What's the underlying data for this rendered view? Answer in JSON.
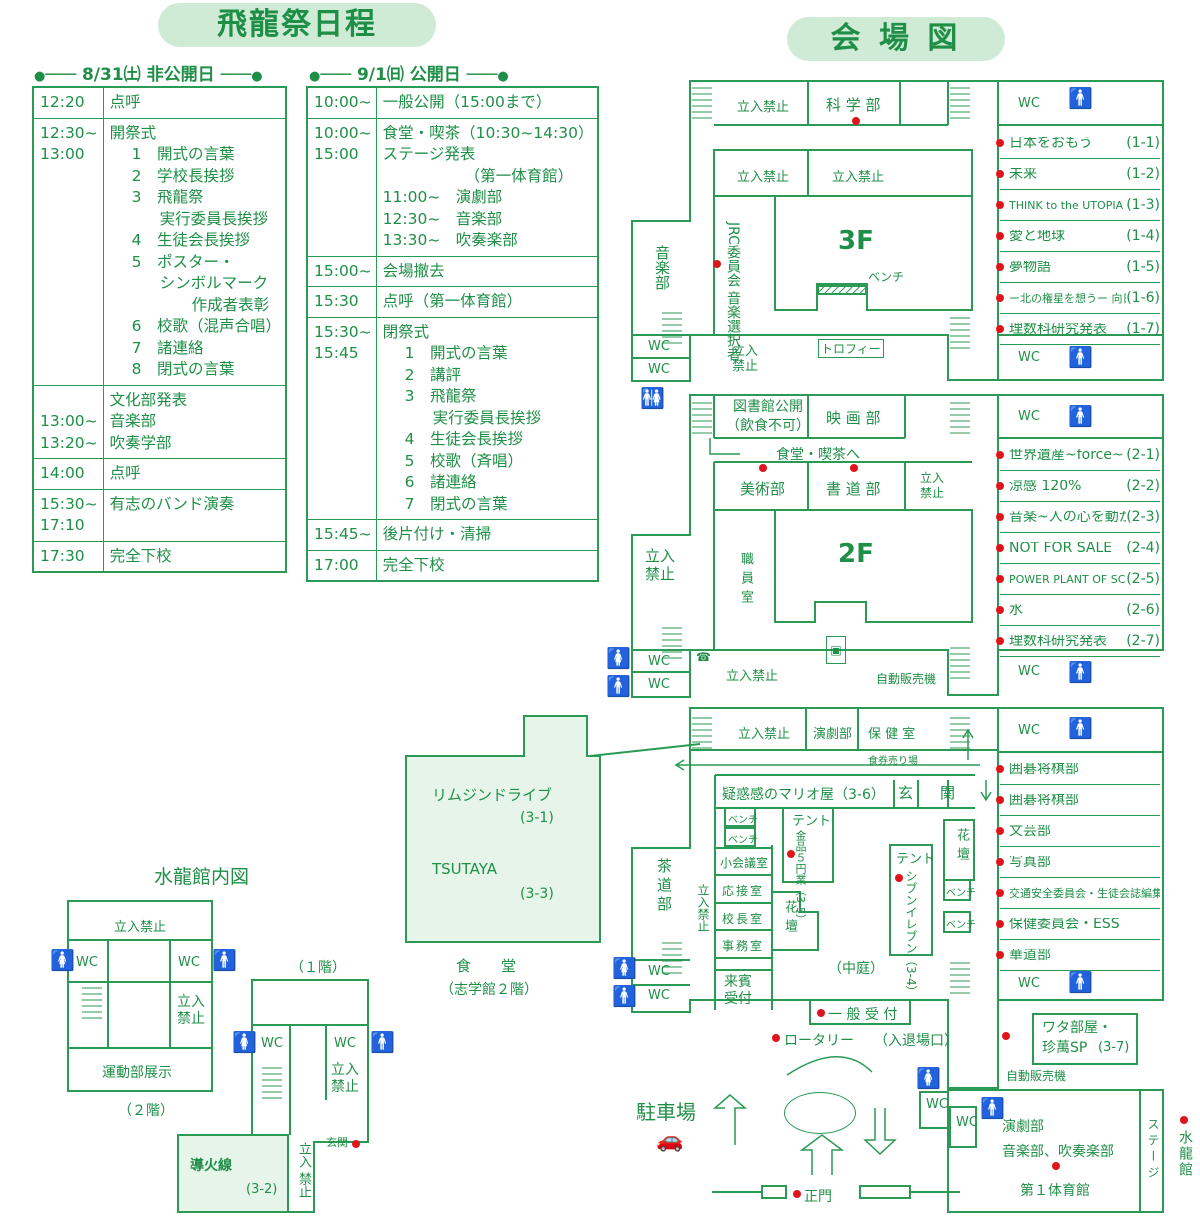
{
  "titles": {
    "schedule": "飛龍祭日程",
    "map": "会 場 図"
  },
  "day1": {
    "header": "8/31㈯ 非公開日",
    "rows": [
      {
        "time": "12:20",
        "lines": [
          "点呼"
        ]
      },
      {
        "time": "12:30~\n13:00",
        "lines": [
          "開祭式",
          "1　開式の言葉",
          "2　学校長挨拶",
          "3　飛龍祭",
          "実行委員長挨拶",
          "4　生徒会長挨拶",
          "5　ポスター・",
          "シンボルマーク",
          "作成者表彰",
          "6　校歌（混声合唱）",
          "7　諸連絡",
          "8　閉式の言葉"
        ]
      },
      {
        "time": "\n13:00~\n13:20~",
        "lines": [
          "文化部発表",
          "音楽部",
          "吹奏学部"
        ]
      },
      {
        "time": "14:00",
        "lines": [
          "点呼"
        ]
      },
      {
        "time": "15:30~\n17:10",
        "lines": [
          "有志のバンド演奏"
        ]
      },
      {
        "time": "17:30",
        "lines": [
          "完全下校"
        ]
      }
    ]
  },
  "day2": {
    "header": "9/1㈰ 公開日",
    "rows": [
      {
        "time": "10:00~",
        "lines": [
          "一般公開（15:00まで）"
        ]
      },
      {
        "time": "10:00~\n15:00",
        "lines": [
          "食堂・喫茶（10:30~14:30）",
          "ステージ発表",
          "（第一体育館）",
          "11:00~　演劇部",
          "12:30~　音楽部",
          "13:30~　吹奏楽部"
        ]
      },
      {
        "time": "15:00~",
        "lines": [
          "会場撤去"
        ]
      },
      {
        "time": "15:30",
        "lines": [
          "点呼（第一体育館）"
        ]
      },
      {
        "time": "15:30~\n15:45",
        "lines": [
          "閉祭式",
          "1　開式の言葉",
          "2　講評",
          "3　飛龍祭",
          "実行委員長挨拶",
          "4　生徒会長挨拶",
          "5　校歌（斉唱）",
          "6　諸連絡",
          "7　閉式の言葉"
        ]
      },
      {
        "time": "15:45~",
        "lines": [
          "後片付け・清掃"
        ]
      },
      {
        "time": "17:00",
        "lines": [
          "完全下校"
        ]
      }
    ]
  },
  "floor3": {
    "floor_label": "3F",
    "rooms": {
      "science": "科 学 部",
      "no_entry_a": "立入禁止",
      "no_entry_b": "立入禁止",
      "no_entry_c": "立入禁止",
      "wc": "WC",
      "wc_r": "WC",
      "wc_l1": "WC",
      "wc_l2": "WC",
      "music": "音楽部",
      "jrc": "JRC委員会 音楽選択者",
      "bench": "ベンチ",
      "trophy": "トロフィー",
      "no_entry_d": "立入 禁止"
    },
    "exhibits": [
      {
        "name": "日本をおもう",
        "code": "(1-1)"
      },
      {
        "name": "未来",
        "code": "(1-2)"
      },
      {
        "name": "THINK to the UTOPIA",
        "code": "(1-3)"
      },
      {
        "name": "愛と地球",
        "code": "(1-4)"
      },
      {
        "name": "夢物語",
        "code": "(1-5)"
      },
      {
        "name": "ー北の権星を想うー 向日流冷",
        "code": "(1-6)"
      },
      {
        "name": "理数科研究発表",
        "code": "(1-7)"
      }
    ]
  },
  "floor2": {
    "floor_label": "2F",
    "rooms": {
      "library": "図書館公開",
      "library_note": "（飲食不可）",
      "film": "映 画 部",
      "cafe": "食堂・喫茶へ",
      "art": "美術部",
      "calligraphy": "書 道 部",
      "no_entry_a": "立入 禁止",
      "no_entry_b": "立入 禁止",
      "staff": "職員室",
      "wc": "WC",
      "wc_r": "WC",
      "wc_l1": "WC",
      "wc_l2": "WC",
      "no_entry_c": "立入禁止",
      "vending": "自動販売機"
    },
    "exhibits": [
      {
        "name": "世界遺産~force~",
        "code": "(2-1)"
      },
      {
        "name": "涼感 120%",
        "code": "(2-2)"
      },
      {
        "name": "音楽~人の心を動かすか~",
        "code": "(2-3)"
      },
      {
        "name": "NOT FOR SALE",
        "code": "(2-4)"
      },
      {
        "name": "POWER PLANT OF SCIENCE ~科学の発電所~",
        "code": "(2-5)"
      },
      {
        "name": "水",
        "code": "(2-6)"
      },
      {
        "name": "理数科研究発表",
        "code": "(2-7)"
      }
    ]
  },
  "floor1": {
    "rooms": {
      "no_entry": "立入禁止",
      "drama": "演劇部",
      "health": "保 健 室",
      "wc": "WC",
      "food_stall": "食券売り場",
      "mario": "疑惑感のマリオ屋（3-6）",
      "entrance": "玄　関",
      "bench1": "ベンチ",
      "bench2": "ベンチ",
      "bench3": "ベンチ",
      "bench4": "ベンチ",
      "tent1": "テント",
      "tent1_body": "金品５円業（3-5）",
      "tent2": "テント",
      "tent2_body": "シブンイレブン（3-4）",
      "flower1": "花壇",
      "flower2": "花壇",
      "small_meeting": "小会議室",
      "reception": "応接室",
      "principal": "校長室",
      "office": "事務室",
      "guest": "来賓受付",
      "tea": "茶道部",
      "no_entry_b": "立入禁止",
      "courtyard": "（中庭）",
      "general_reception": "一 般 受 付",
      "rotary": "ロータリー",
      "entry_exit": "（入退場口）",
      "parking": "駐車場",
      "main_gate": "正門",
      "wc_a": "WC",
      "wc_b": "WC",
      "wc_c": "WC",
      "wc_d": "WC",
      "wc_e": "WC",
      "wata": "ワタ部屋・珍萬SP",
      "wata_code": "(3-7)",
      "vending": "自動販売機",
      "gym_drama": "演劇部",
      "gym_music": "音楽部、吹奏楽部",
      "gym": "第１体育館",
      "stage": "ステージ",
      "suiryu": "水龍館"
    },
    "exhibits": [
      {
        "name": "囲碁将棋部",
        "code": ""
      },
      {
        "name": "囲碁将棋部",
        "code": ""
      },
      {
        "name": "文芸部",
        "code": ""
      },
      {
        "name": "写真部",
        "code": ""
      },
      {
        "name": "交通安全委員会・生徒会誌編集委員会",
        "code": ""
      },
      {
        "name": "保健委員会・ESS",
        "code": ""
      },
      {
        "name": "華道部",
        "code": ""
      }
    ]
  },
  "cafeteria": {
    "rimjin": "リムジンドライブ",
    "rimjin_code": "(3-1)",
    "tsutaya": "TSUTAYA",
    "tsutaya_code": "(3-3)",
    "label": "食　　堂",
    "sub": "（志学館２階）"
  },
  "suiryukan": {
    "title": "水龍館内図",
    "no_entry": "立入禁止",
    "wc1": "WC",
    "wc2": "WC",
    "no_entry2": "立入 禁止",
    "sports": "運動部展示",
    "floor2": "（２階）",
    "floor1": "（１階）",
    "wc3": "WC",
    "wc4": "WC",
    "no_entry3": "立入 禁止",
    "fuse": "導火線",
    "fuse_code": "(3-2)",
    "no_entry4": "立入 禁止",
    "entrance": "玄関"
  },
  "colors": {
    "green": "#1f8f47",
    "pill": "#cfead5",
    "dot": "#e0141b",
    "fill": "#e6f4e9"
  }
}
